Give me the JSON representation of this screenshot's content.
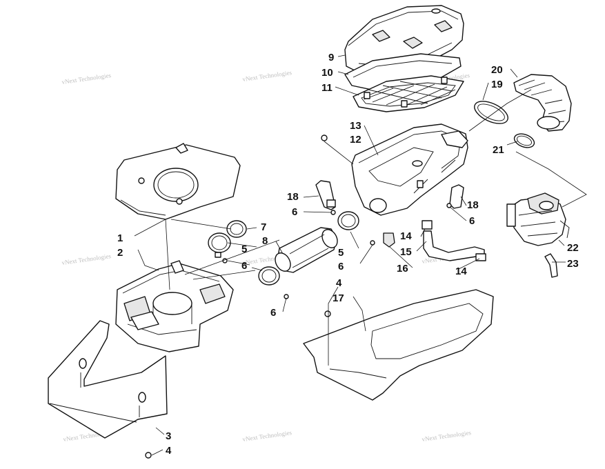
{
  "watermark": {
    "text": "vNext Technologies"
  },
  "callouts": {
    "c1": "1",
    "c2": "2",
    "c3": "3",
    "c4a": "4",
    "c4b": "4",
    "c5a": "5",
    "c5b": "5",
    "c6a": "6",
    "c6b": "6",
    "c6c": "6",
    "c6d": "6",
    "c6e": "6",
    "c7": "7",
    "c8": "8",
    "c9": "9",
    "c10": "10",
    "c11": "11",
    "c12": "12",
    "c13": "13",
    "c14a": "14",
    "c14b": "14",
    "c15": "15",
    "c16": "16",
    "c17": "17",
    "c18a": "18",
    "c18b": "18",
    "c19": "19",
    "c20": "20",
    "c21": "21",
    "c22": "22",
    "c23": "23"
  },
  "colors": {
    "ink": "#111111",
    "watermark": "#bdbdbd",
    "background": "#ffffff"
  }
}
